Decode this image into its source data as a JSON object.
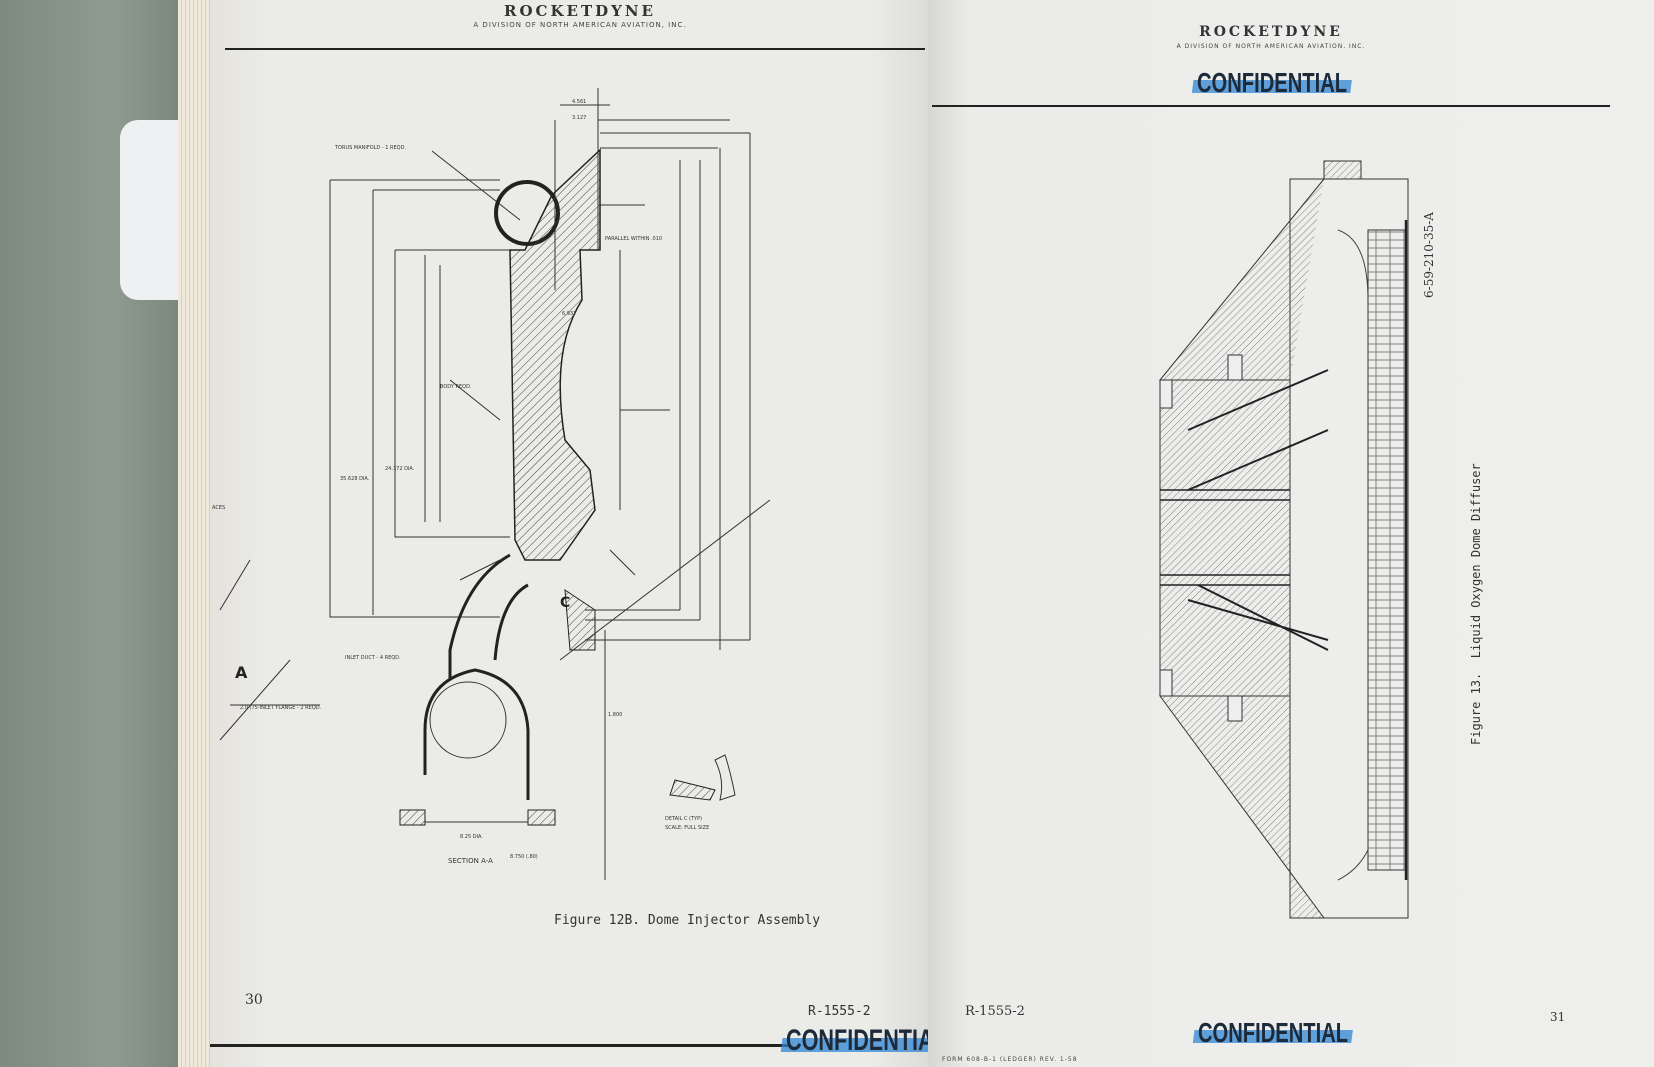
{
  "left_page": {
    "brand": "ROCKETDYNE",
    "division": "A DIVISION OF NORTH AMERICAN AVIATION, INC.",
    "figure_caption": "Figure 12B.  Dome Injector Assembly",
    "page_number": "30",
    "report_number": "R-1555-2",
    "classification": "CONFIDENTIAL",
    "drawing_labels": {
      "torus": "TORUS MANIFOLD - 1 REQD.",
      "body": "BODY REQD.",
      "inlet_duct": "INLET DUCT - 4 REQD.",
      "inlet_flange": "2.0 (75-INLET FLANGE - 2 REQD.",
      "section": "SECTION A-A",
      "detail": "DETAIL C (TYP)",
      "scale": "SCALE: FULL SIZE",
      "parallel": "PARALLEL WITHIN .010",
      "section_marker": "A",
      "dim_1": "4.561",
      "dim_2": "3.127",
      "dim_3": "6.937",
      "dim_4": "8.750 (.80)",
      "dim_5": "8.25 DIA.",
      "dim_6": "24.372 DIA.",
      "dim_7": "35.628 DIA.",
      "dim_8": "1.800",
      "partial_label": "ACES"
    }
  },
  "right_page": {
    "brand": "ROCKETDYNE",
    "division": "A DIVISION OF NORTH AMERICAN AVIATION, INC.",
    "classification_top": "CONFIDENTIAL",
    "drawing_number": "6-59-210-35-A",
    "figure_caption": "Figure 13.  Liquid Oxygen Dome Diffuser",
    "report_number": "R-1555-2",
    "page_number": "31",
    "classification_bottom": "CONFIDENTIAL",
    "form_footer": "FORM 608-B-1 (LEDGER) REV. 1-58"
  },
  "colors": {
    "highlight": "#2f86d6",
    "cover": "#7d8a7f",
    "paper": "#ebebe8"
  }
}
